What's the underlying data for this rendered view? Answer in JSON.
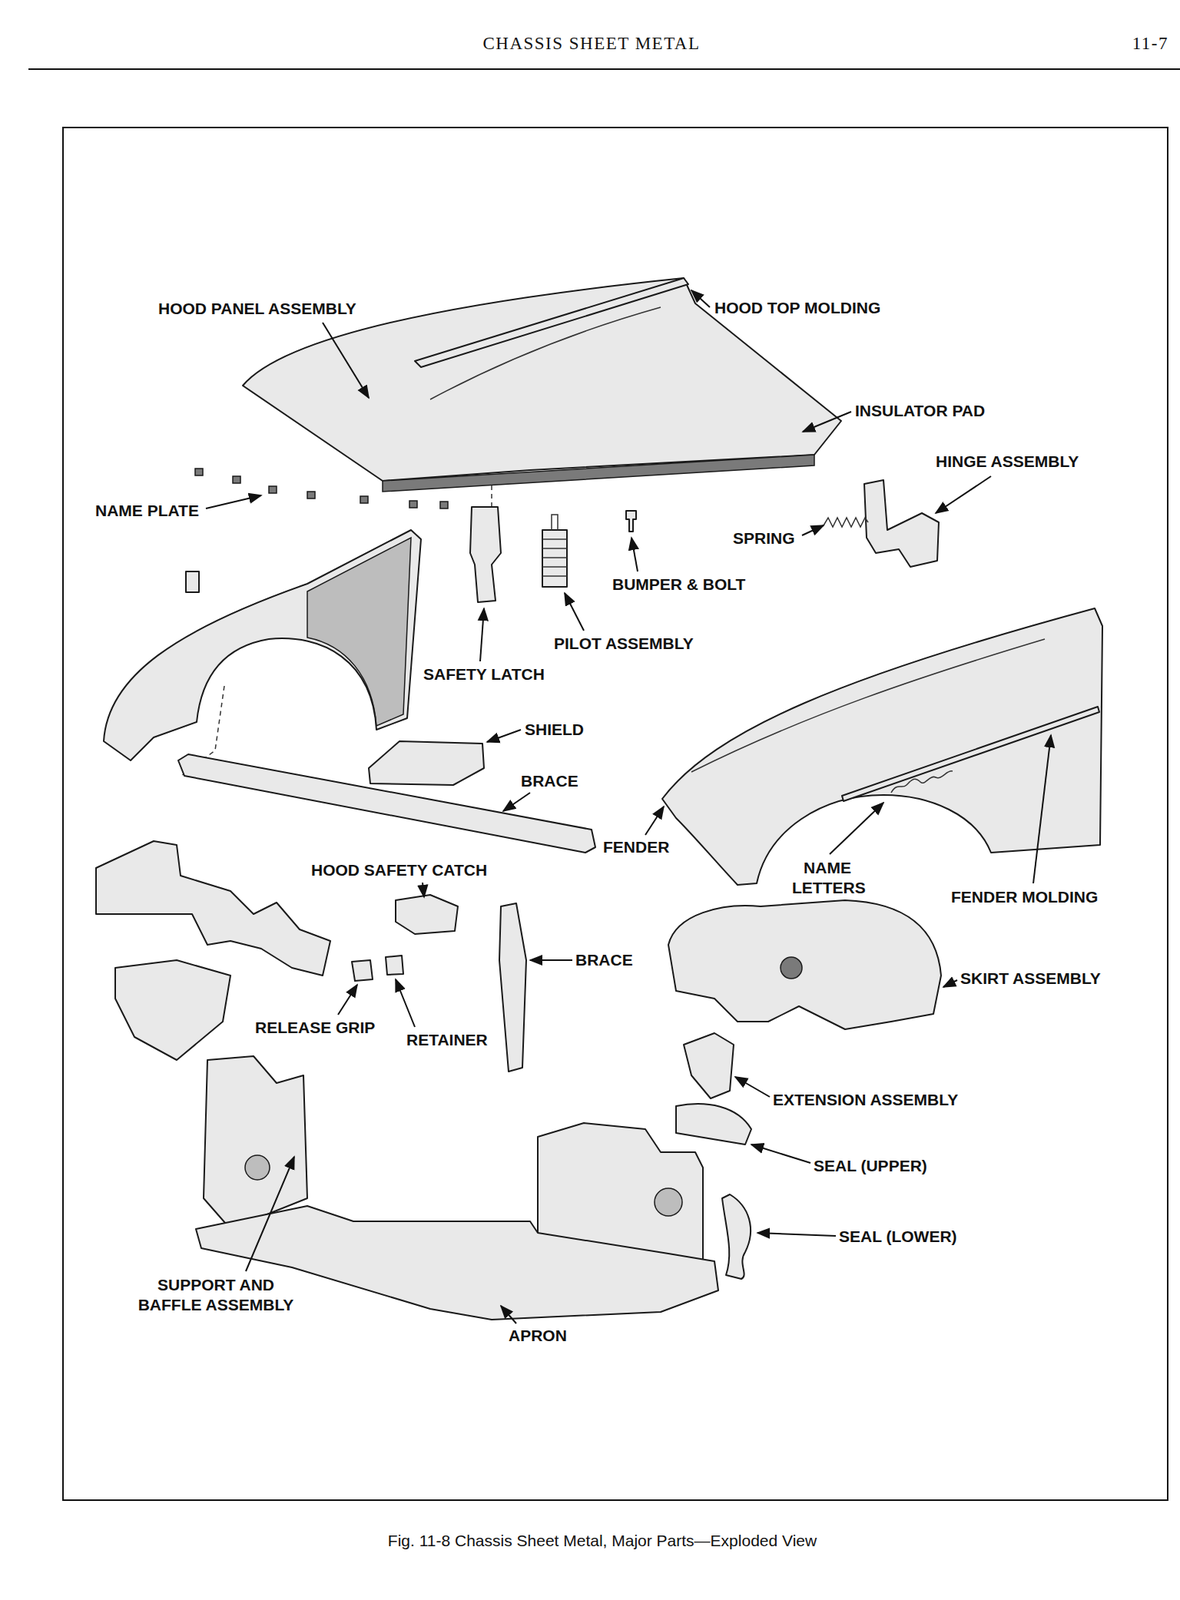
{
  "diagram": {
    "title": "CHASSIS SHEET METAL",
    "caption": "Fig. 11-8 Chassis Sheet Metal, Major Parts—Exploded View",
    "labels": [
      "11-7",
      "HOOD PANEL ASSEMBLY",
      "HOOD TOP MOLDING",
      "INSULATOR PAD",
      "HINGE ASSEMBLY",
      "NAME PLATE",
      "SPRING",
      "BUMPER & BOLT",
      "PILOT ASSEMBLY",
      "SAFETY LATCH",
      "SHIELD",
      "BRACE",
      "FENDER",
      "NAME LETTERS",
      "HOOD SAFETY CATCH",
      "FENDER MOLDING",
      "BRACE",
      "SKIRT ASSEMBLY",
      "RELEASE GRIP",
      "RETAINER",
      "EXTENSION ASSEMBLY",
      "SEAL (UPPER)",
      "SEAL (LOWER)",
      "SUPPORT AND BAFFLE ASSEMBLY",
      "APRON"
    ]
  }
}
